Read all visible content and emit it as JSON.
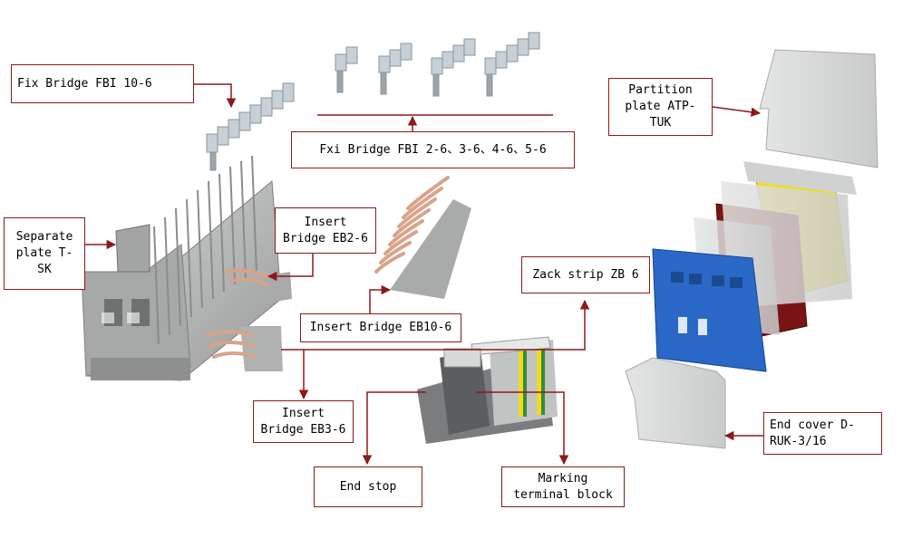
{
  "labels": {
    "fix_bridge_fbi_10_6": "Fix Bridge FBI 10-6",
    "fxi_bridge_fbi_2_6": "Fxi Bridge FBI 2-6、3-6、4-6、5-6",
    "partition_plate": "Partition plate ATP-TUK",
    "separate_plate": "Separate plate T-SK",
    "insert_bridge_eb2_6": "Insert Bridge EB2-6",
    "insert_bridge_eb10_6": "Insert Bridge EB10-6",
    "zack_strip": "Zack strip ZB 6",
    "insert_bridge_eb3_6": "Insert Bridge EB3-6",
    "end_stop": "End stop",
    "marking_terminal_block": "Marking terminal block",
    "end_cover": "End cover D-RUK-3/16"
  },
  "colors": {
    "callout_line": "#8b1a1a",
    "terminal_grey": "#b9bbbb",
    "terminal_blue": "#2a68c8",
    "terminal_red": "#7a1414",
    "terminal_yellow": "#f0dc1e",
    "bridge_copper": "#d8a38a"
  }
}
